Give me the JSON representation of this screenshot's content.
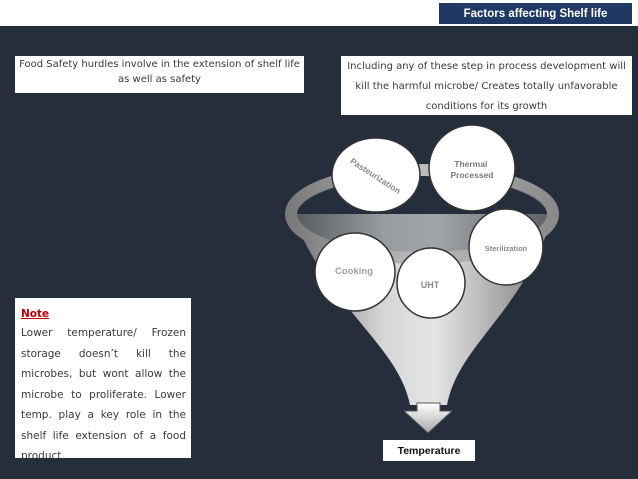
{
  "header": {
    "title": "Factors affecting Shelf life"
  },
  "left_box": {
    "text": "Food Safety hurdles involve in the extension of shelf life  as well as safety"
  },
  "right_box": {
    "text": "Including any of these step in process development will kill the harmful microbe/ Creates totally unfavorable conditions for its growth"
  },
  "note": {
    "title": "Note",
    "body": "Lower temperature/ Frozen storage doesn’t kill the microbes, but wont allow the microbe to proliferate. Lower temp. play a key role in the shelf life extension of a food product."
  },
  "diagram": {
    "items": [
      "Pasteurization",
      "Thermal Processed",
      "Sterilization",
      "Cooking",
      "UHT"
    ],
    "output": "Temperature"
  },
  "colors": {
    "background": "#262e3c",
    "title_box": "#1f3864",
    "note_title": "#c00000",
    "funnel_light": "#c8c8c8",
    "funnel_dark": "#6e6e6e"
  }
}
